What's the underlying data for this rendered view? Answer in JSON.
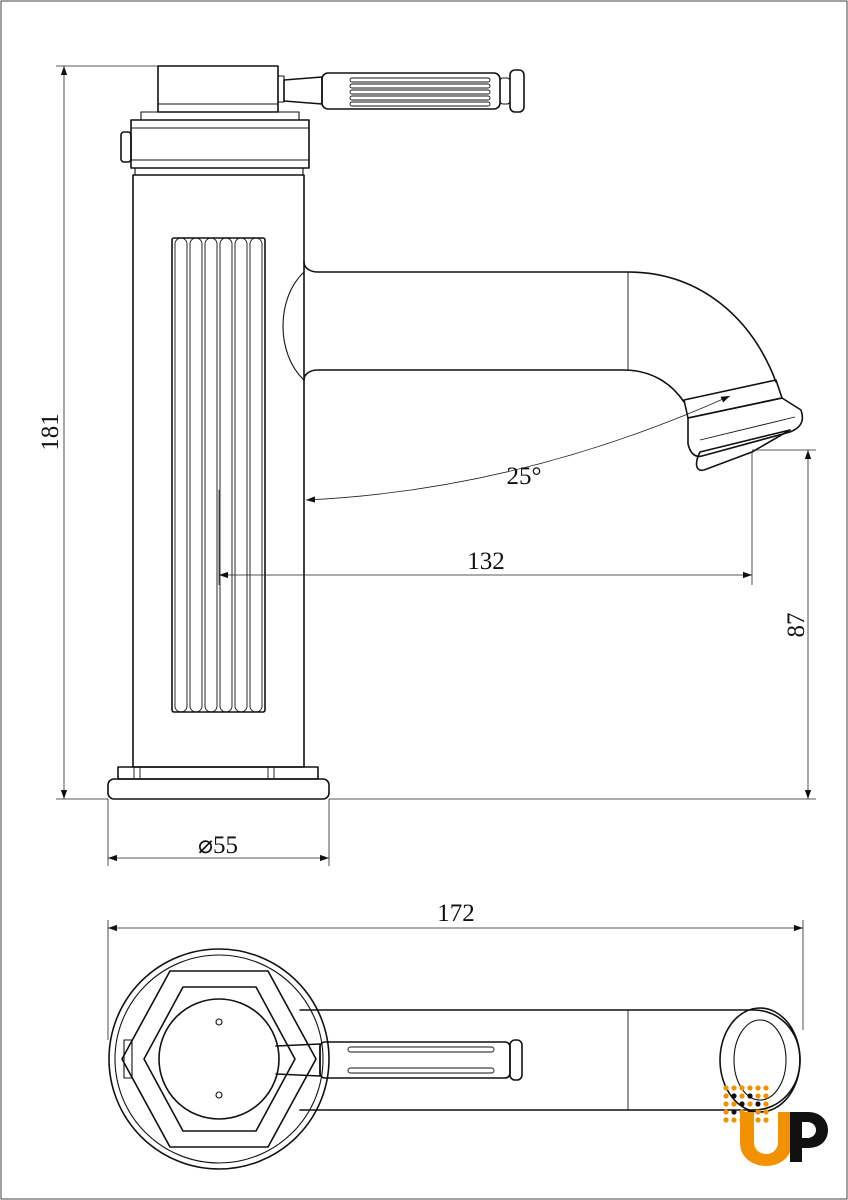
{
  "dimensions": {
    "overall_height": "181",
    "spout_reach": "132",
    "spout_angle": "25°",
    "outlet_height": "87",
    "base_diameter": "55",
    "base_diameter_symbol": "⌀",
    "overall_length": "172"
  },
  "brand": {
    "logo_text": "UP",
    "accent_color": "#F39200",
    "dark_color": "#111111"
  },
  "drawing": {
    "line_color": "#111111",
    "background": "#FFFFFF"
  }
}
